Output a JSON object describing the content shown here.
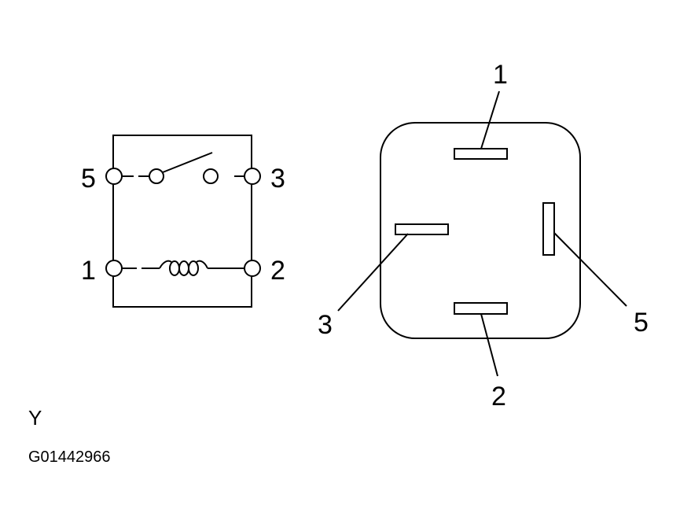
{
  "schematic": {
    "pins": {
      "p5": "5",
      "p3": "3",
      "p1": "1",
      "p2": "2"
    }
  },
  "connector": {
    "pins": {
      "top": "1",
      "left": "3",
      "right": "5",
      "bottom": "2"
    }
  },
  "captions": {
    "view": "Y",
    "figure_id": "G01442966"
  }
}
